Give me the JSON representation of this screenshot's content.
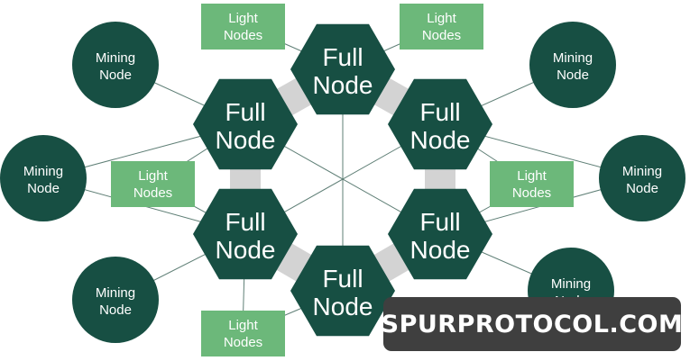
{
  "full_nodes": [
    {
      "line1": "Full",
      "line2": "Node"
    },
    {
      "line1": "Full",
      "line2": "Node"
    },
    {
      "line1": "Full",
      "line2": "Node"
    },
    {
      "line1": "Full",
      "line2": "Node"
    },
    {
      "line1": "Full",
      "line2": "Node"
    },
    {
      "line1": "Full",
      "line2": "Node"
    }
  ],
  "mining_nodes": [
    {
      "line1": "Mining",
      "line2": "Node"
    },
    {
      "line1": "Mining",
      "line2": "Node"
    },
    {
      "line1": "Mining",
      "line2": "Node"
    },
    {
      "line1": "Mining",
      "line2": "Node"
    },
    {
      "line1": "Mining",
      "line2": "Node"
    },
    {
      "line1": "Mining",
      "line2": "Node"
    }
  ],
  "light_nodes": [
    {
      "line1": "Light",
      "line2": "Nodes"
    },
    {
      "line1": "Light",
      "line2": "Nodes"
    },
    {
      "line1": "Light",
      "line2": "Nodes"
    },
    {
      "line1": "Light",
      "line2": "Nodes"
    },
    {
      "line1": "Light",
      "line2": "Nodes"
    }
  ],
  "watermark": {
    "text": "SPURPROTOCOL.COM"
  },
  "colors": {
    "full_node": "#174f43",
    "mining_node": "#174f43",
    "light_node": "#6cb87a",
    "connector": "#d3d3d3"
  }
}
